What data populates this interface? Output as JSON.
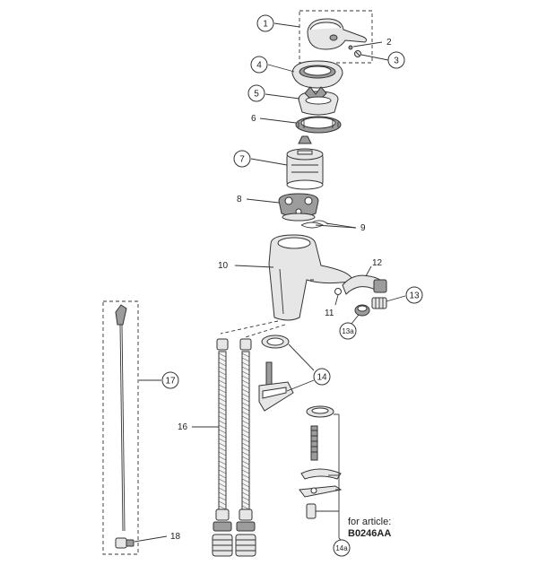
{
  "callouts": {
    "c1": "1",
    "c2": "2",
    "c3": "3",
    "c4": "4",
    "c5": "5",
    "c6": "6",
    "c7": "7",
    "c8": "8",
    "c9": "9",
    "c10": "10",
    "c11": "11",
    "c12": "12",
    "c13": "13",
    "c13a": "13a",
    "c14": "14",
    "c14a": "14a",
    "c16": "16",
    "c17": "17",
    "c18": "18"
  },
  "note": {
    "line1": "for article:",
    "line2": "B0246AA"
  }
}
